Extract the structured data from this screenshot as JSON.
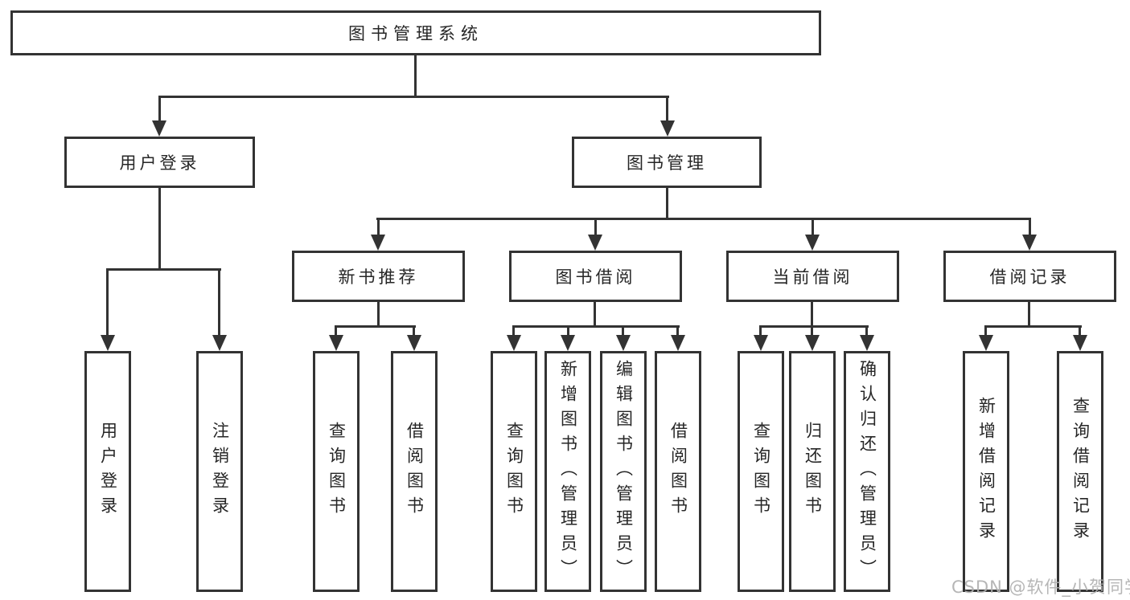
{
  "diagram": {
    "root": {
      "label": "图书管理系统"
    },
    "level2": [
      {
        "label": "用户登录"
      },
      {
        "label": "图书管理"
      }
    ],
    "level3": [
      {
        "label": "新书推荐"
      },
      {
        "label": "图书借阅"
      },
      {
        "label": "当前借阅"
      },
      {
        "label": "借阅记录"
      }
    ],
    "leaves": {
      "user_login": [
        {
          "label": "用户登录"
        },
        {
          "label": "注销登录"
        }
      ],
      "new_book_recommend": [
        {
          "label": "查询图书"
        },
        {
          "label": "借阅图书"
        }
      ],
      "book_borrowing": [
        {
          "label": "查询图书"
        },
        {
          "label": "新增图书（管理员）"
        },
        {
          "label": "编辑图书（管理员）"
        },
        {
          "label": "借阅图书"
        }
      ],
      "current_borrowing": [
        {
          "label": "查询图书"
        },
        {
          "label": "归还图书"
        },
        {
          "label": "确认归还（管理员）"
        }
      ],
      "borrowing_records": [
        {
          "label": "新增借阅记录"
        },
        {
          "label": "查询借阅记录"
        }
      ]
    }
  },
  "watermark": {
    "text": "CSDN @软件_小贺同学"
  },
  "colors": {
    "line": "#333333",
    "text": "#262626",
    "background": "#ffffff",
    "watermark": "#b0b0b0"
  }
}
